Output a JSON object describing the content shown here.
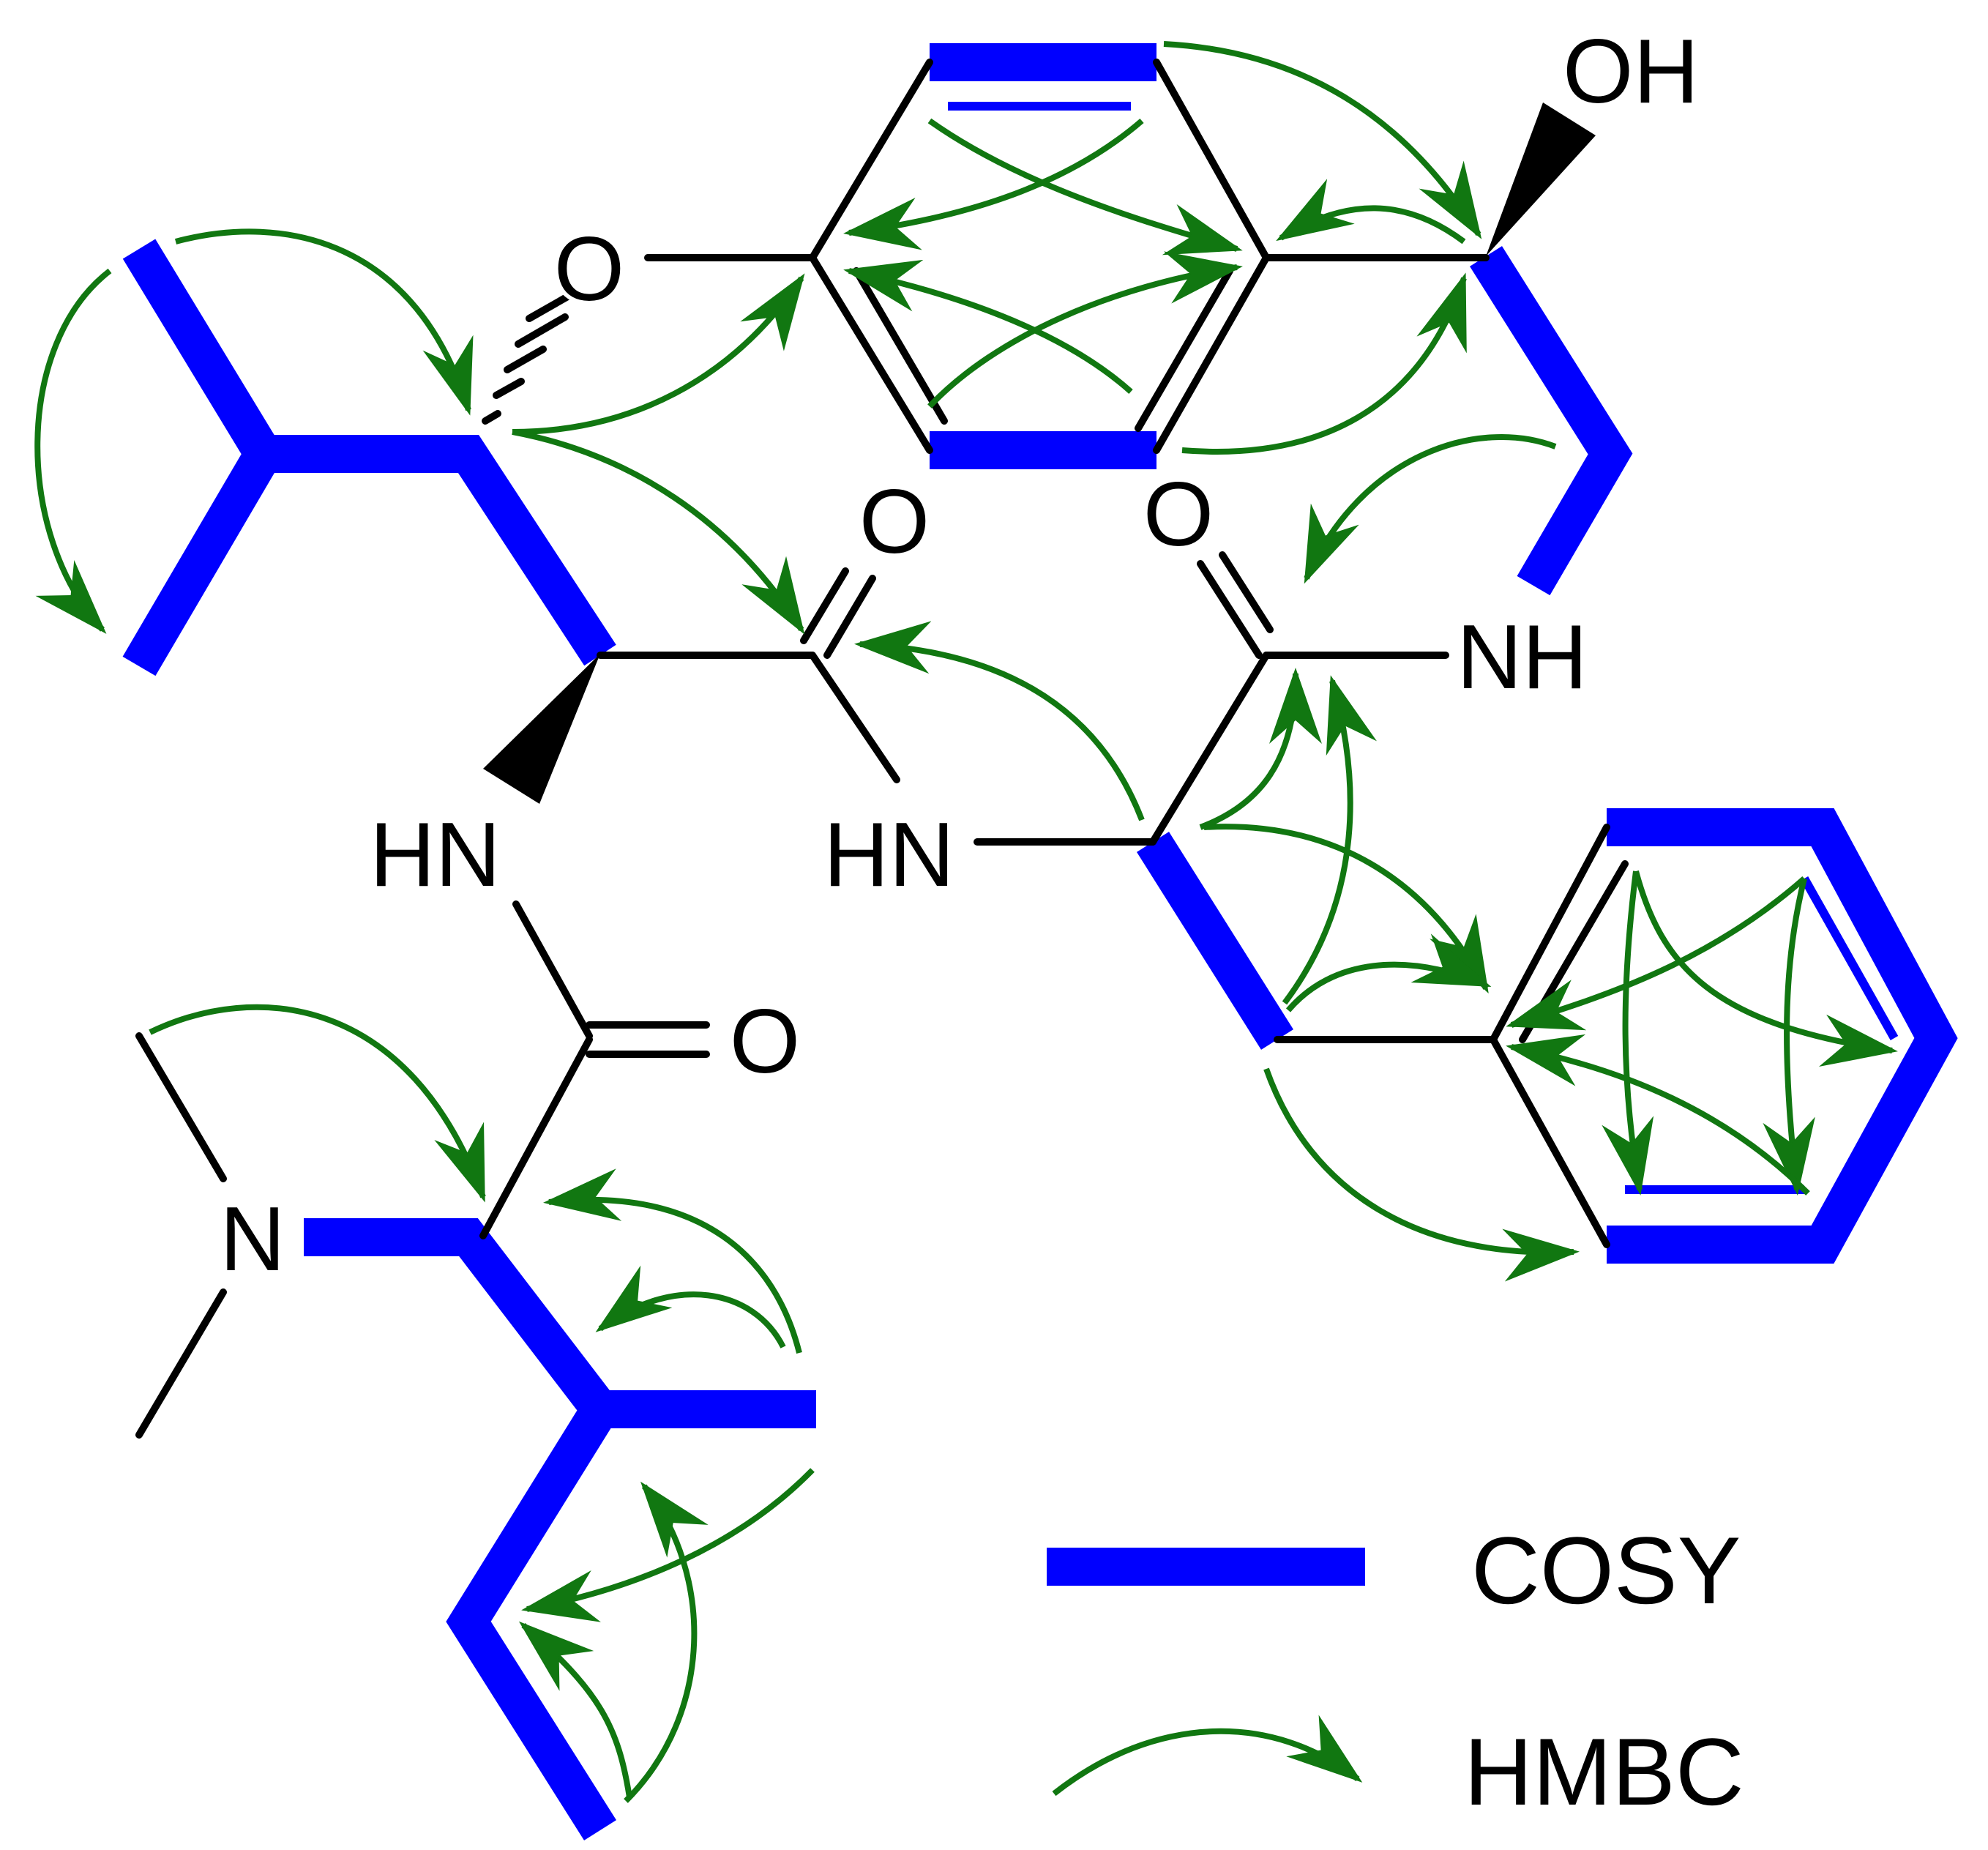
{
  "atoms": {
    "oh": "OH",
    "ether_o": "O",
    "carbonyl_o_left": "O",
    "carbonyl_o_right": "O",
    "nh_right": "NH",
    "hn_left": "HN",
    "hn_mid": "HN",
    "urea_o": "O",
    "n_amine": "N"
  },
  "legend": {
    "cosy_label": "COSY",
    "hmbc_label": "HMBC"
  },
  "colors": {
    "cosy": "#0000ff",
    "hmbc": "#117711",
    "bond": "#000000"
  }
}
